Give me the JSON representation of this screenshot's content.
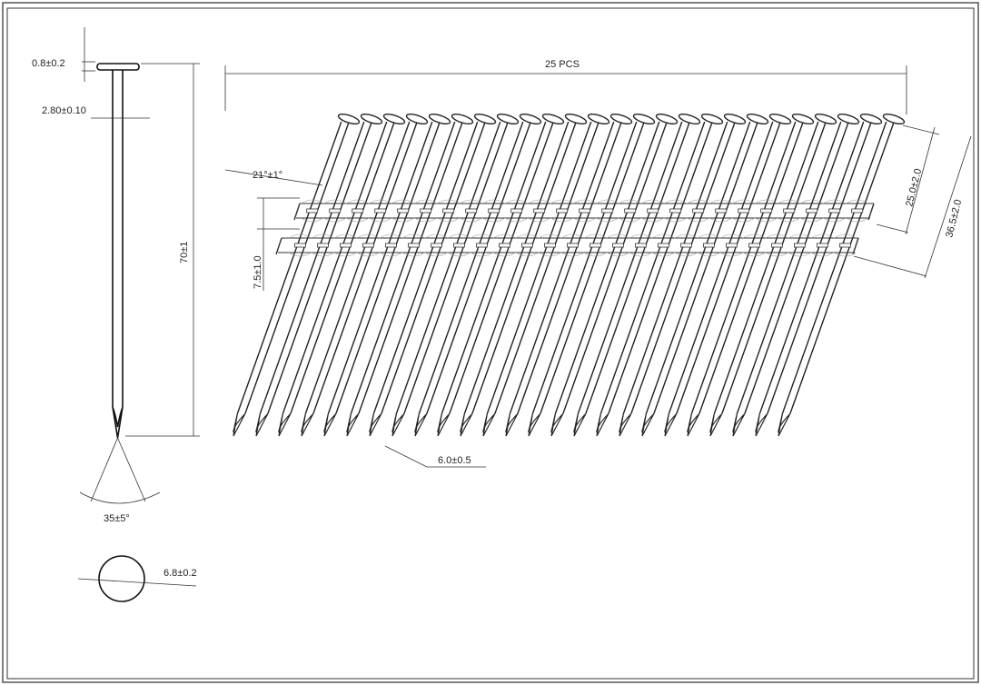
{
  "colors": {
    "line": "#222222",
    "background": "#ffffff"
  },
  "dimensions": {
    "head_thickness": "0.8±0.2",
    "shank_diameter": "2.80±0.10",
    "length": "70±1",
    "point_angle": "35±5°",
    "head_diameter": "6.8±0.2",
    "strip_count": "25 PCS",
    "collation_angle": "21°±1°",
    "paper_tape_spacing": "7.5±1.0",
    "tape_to_head_1": "25.0±2.0",
    "tape_to_head_2": "36.5±2.0",
    "nail_spacing": "6.0±0.5"
  },
  "strip": {
    "nail_count": 25
  }
}
